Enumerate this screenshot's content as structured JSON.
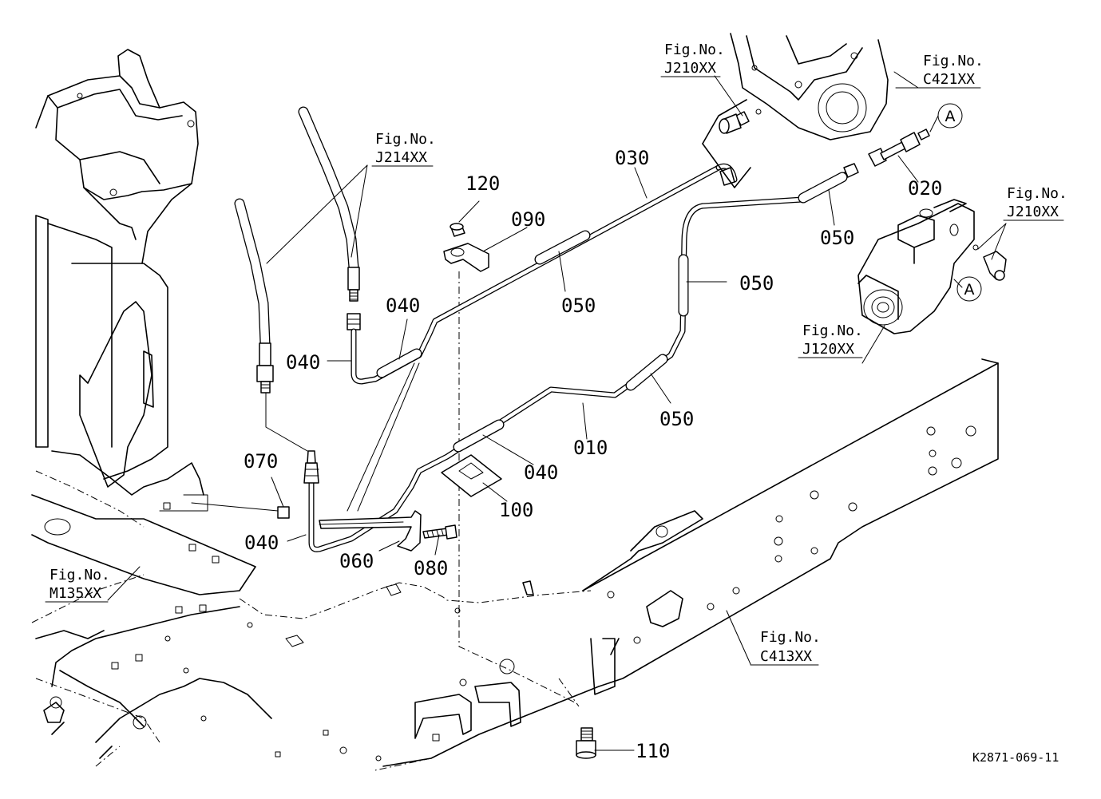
{
  "drawing_ref": "K2871-069-11",
  "callout_letter": "A",
  "part_labels": {
    "p010": "010",
    "p020": "020",
    "p030": "030",
    "p040": "040",
    "p050": "050",
    "p060": "060",
    "p070": "070",
    "p080": "080",
    "p090": "090",
    "p100": "100",
    "p110": "110",
    "p120": "120"
  },
  "fig_refs": {
    "prefix": "Fig.No.",
    "j214": "J214XX",
    "j210": "J210XX",
    "c421": "C421XX",
    "j120": "J120XX",
    "m135": "M135XX",
    "c413": "C413XX"
  }
}
